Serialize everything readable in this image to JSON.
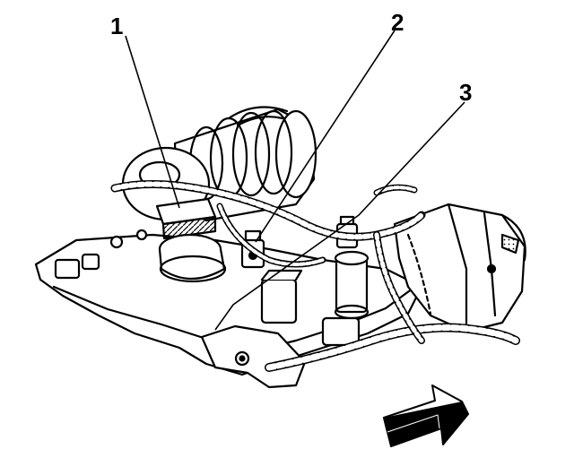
{
  "callouts": [
    {
      "number": "1",
      "part": "throttle-body-area"
    },
    {
      "number": "2",
      "part": "sensor-connector"
    },
    {
      "number": "3",
      "part": "harness-connector"
    }
  ],
  "colors": {
    "ink": "#000000",
    "paper": "#ffffff"
  },
  "icons": {
    "direction_arrow": "front-of-vehicle-arrow-icon"
  }
}
